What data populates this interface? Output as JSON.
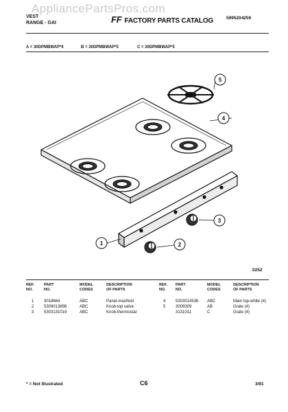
{
  "watermark": "AppliancePartsPros.com",
  "header": {
    "left_line1": "VEST",
    "left_line2": "RANGE - GAI",
    "center_brand": "FF",
    "center_title": "FACTORY PARTS CATALOG",
    "catalog_number": "5995204259"
  },
  "models": [
    "A = 30DPMBWAP*4",
    "B = 30DPMBWAP*5",
    "C = 30DPMBWAP*5"
  ],
  "callouts": [
    "1",
    "2",
    "3",
    "4",
    "5"
  ],
  "figure_code": "0252",
  "table_headers": {
    "ref": [
      "REF.",
      "NO."
    ],
    "part": [
      "PART",
      "NO."
    ],
    "model": [
      "MODEL",
      "CODES"
    ],
    "desc": [
      "DESCRIPTION",
      "OF PARTS"
    ]
  },
  "parts_left": [
    {
      "ref": "1",
      "part": "3018664",
      "codes": "ABC",
      "desc": "Panel-manifold"
    },
    {
      "ref": "2",
      "part": "5309013898",
      "codes": "ABC",
      "desc": "Knob-top valve"
    },
    {
      "ref": "3",
      "part": "5303131019",
      "codes": "ABC",
      "desc": "Knob-thermostat"
    }
  ],
  "parts_right": [
    {
      "ref": "4",
      "part": "5303014536",
      "codes": "ABC",
      "desc": "Main top-white (4)"
    },
    {
      "ref": "5",
      "part": "3009309",
      "codes": "AB",
      "desc": "Grate (4)"
    },
    {
      "ref": "",
      "part": "3131011",
      "codes": "C",
      "desc": "Grate (4)"
    }
  ],
  "footer": {
    "note": "* = Not Illustrated",
    "page": "C6",
    "date": "3/91"
  }
}
